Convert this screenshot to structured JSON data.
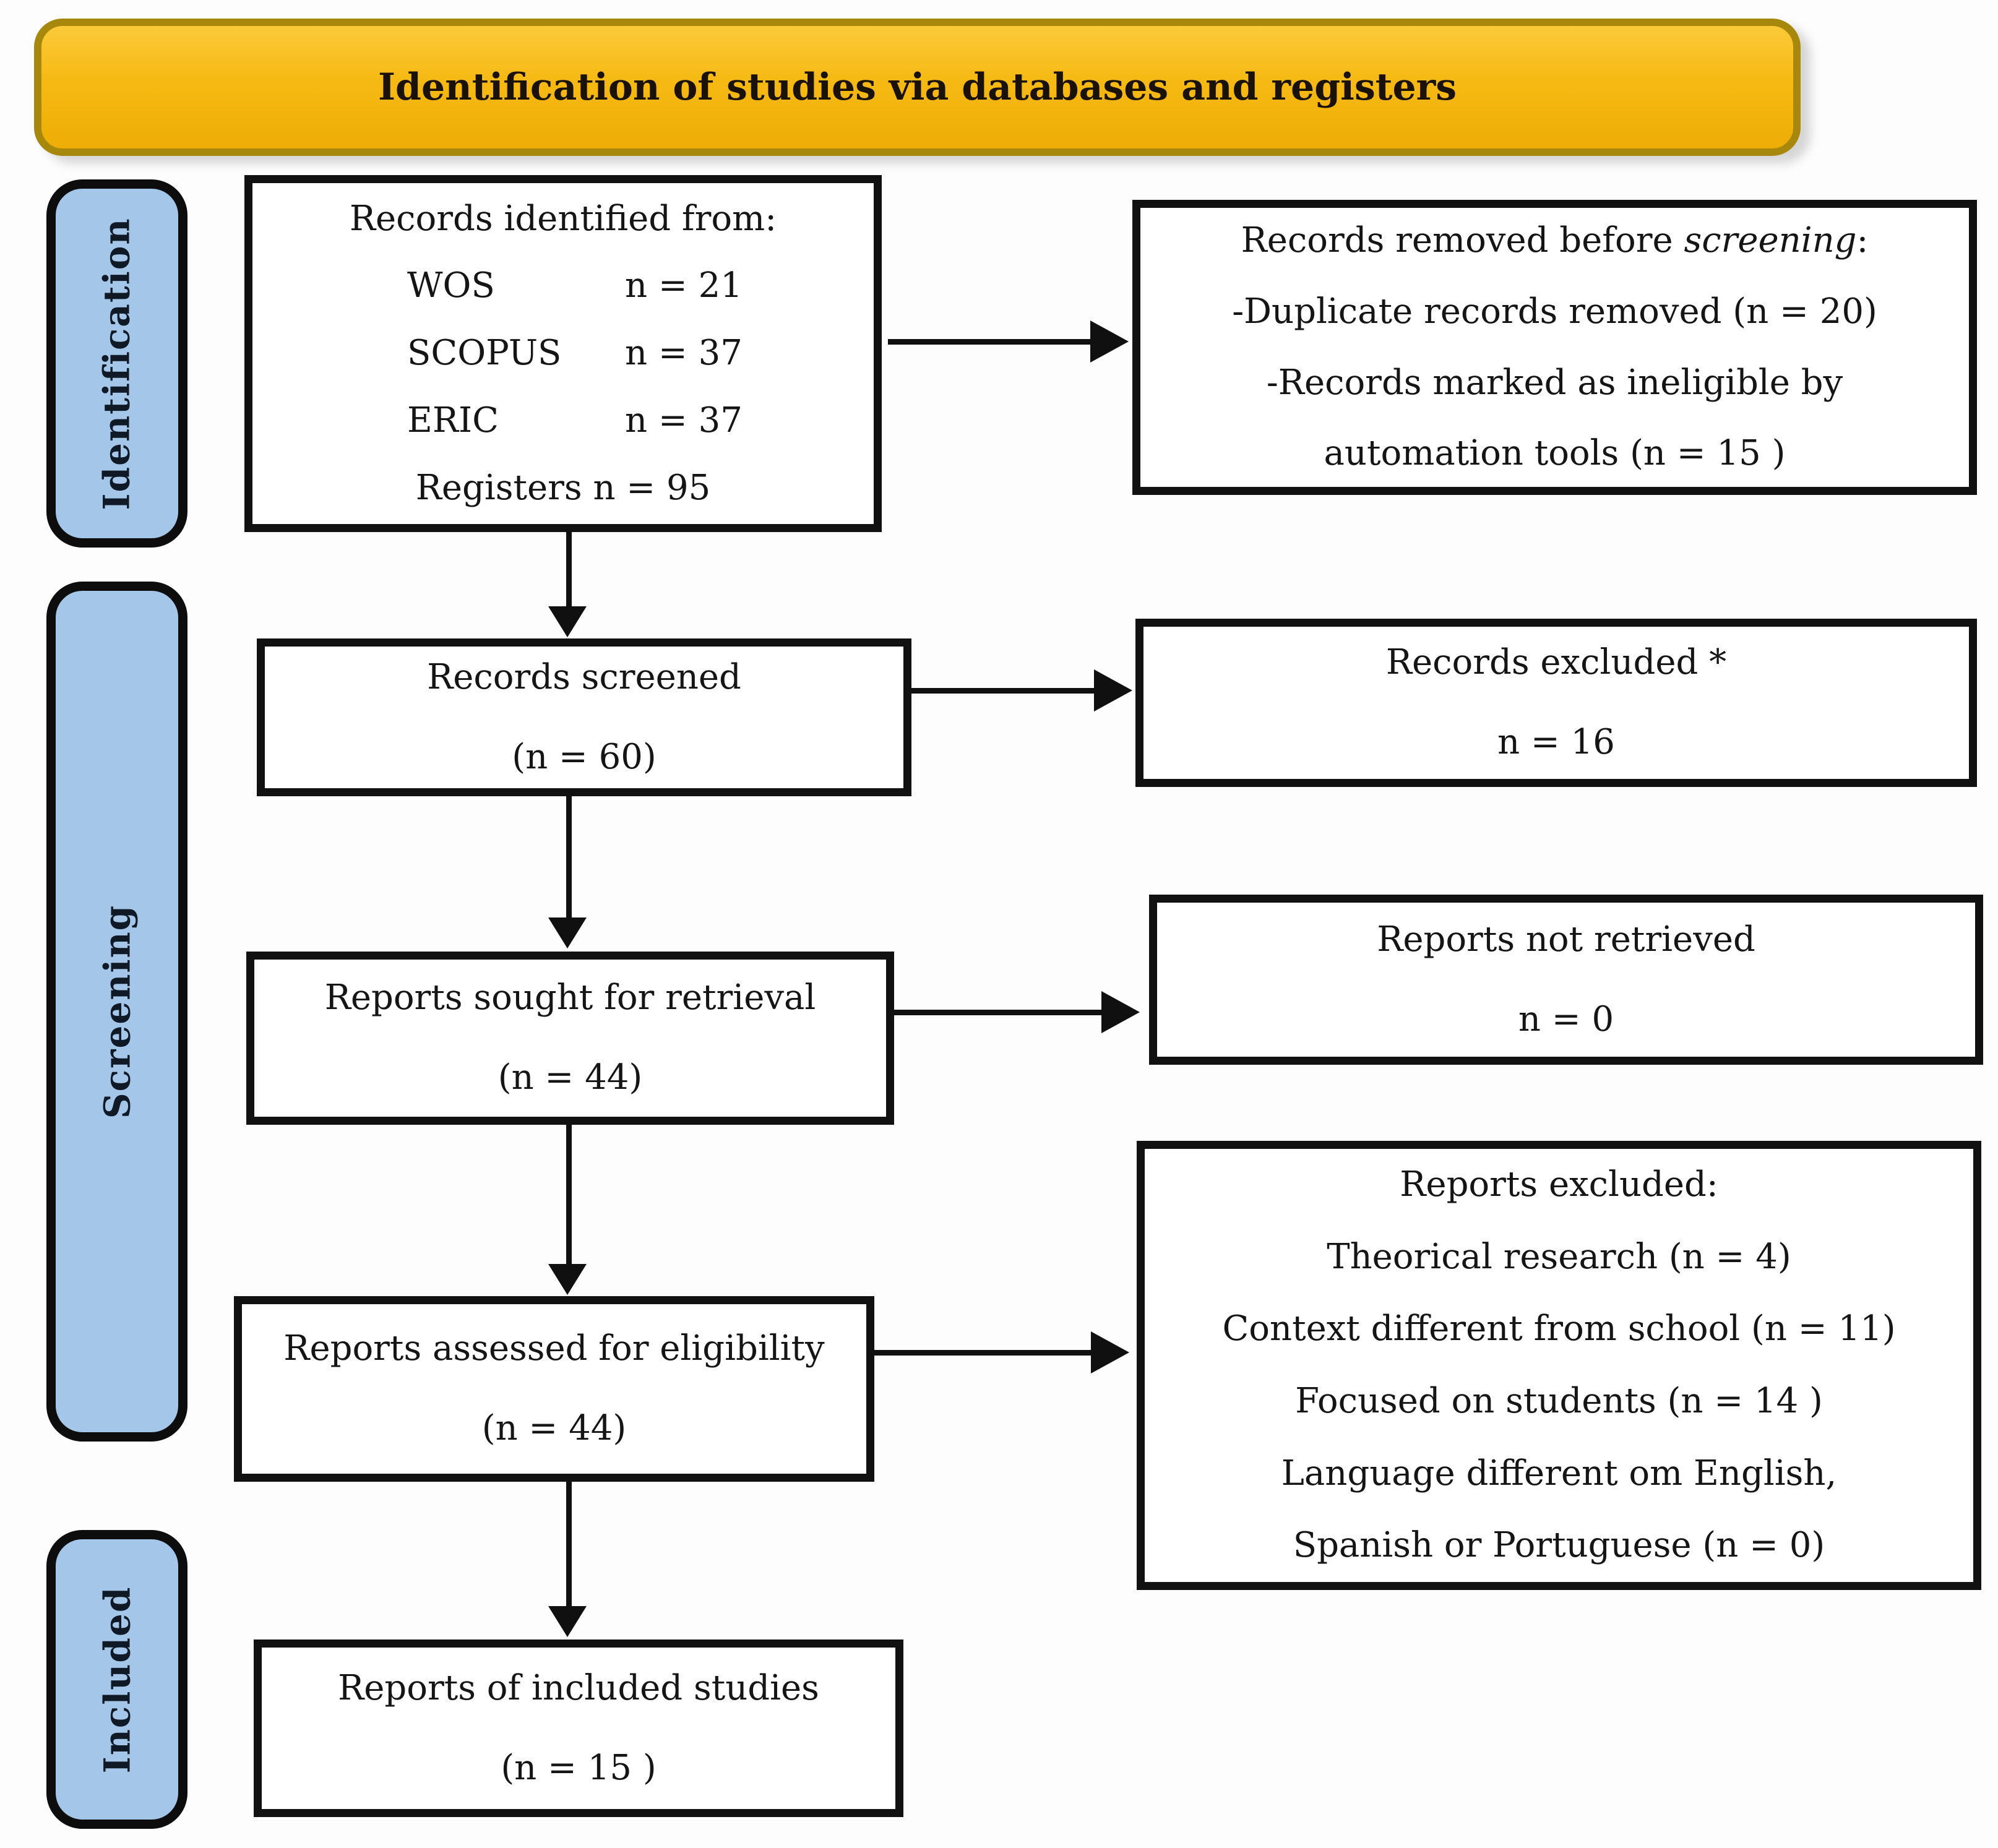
{
  "banner": {
    "title": "Identification of studies via databases and registers"
  },
  "stages": [
    {
      "id": "identification",
      "label": "Identification"
    },
    {
      "id": "screening",
      "label": "Screening"
    },
    {
      "id": "included",
      "label": "Included"
    }
  ],
  "boxes": {
    "identified": {
      "title": "Records identified from:",
      "sources": [
        {
          "label": "WOS",
          "value": "n = 21"
        },
        {
          "label": "SCOPUS",
          "value": "n = 37"
        },
        {
          "label": "ERIC",
          "value": "n = 37"
        }
      ],
      "registers_line": "Registers n = 95"
    },
    "removed_before_screening": {
      "title_prefix": "Records removed before ",
      "title_italic": "screening",
      "title_suffix": ":",
      "lines": [
        "-Duplicate records removed (n = 20)",
        "-Records marked as ineligible by",
        "automation tools (n = 15 )"
      ]
    },
    "screened": {
      "title": "Records screened",
      "count": "(n = 60)"
    },
    "records_excluded": {
      "title": "Records excluded *",
      "count": "n = 16"
    },
    "sought_for_retrieval": {
      "title": "Reports sought for retrieval",
      "count": "(n = 44)"
    },
    "not_retrieved": {
      "title": "Reports not retrieved",
      "count": "n = 0"
    },
    "assessed_for_eligibility": {
      "title": "Reports assessed for eligibility",
      "count": "(n = 44)"
    },
    "reports_excluded": {
      "title": "Reports excluded:",
      "reasons": [
        "Theorical research (n = 4)",
        "Context different from school (n = 11)",
        "Focused on students (n = 14 )",
        "Language different om English,",
        "Spanish or Portuguese (n = 0)"
      ]
    },
    "included_studies": {
      "title": "Reports of included studies",
      "count": "(n = 15 )"
    }
  },
  "colors": {
    "banner_fill": "#F6B913",
    "banner_top": "#FBCA39",
    "banner_bottom": "#EDAD06",
    "banner_border": "#A8870D",
    "stage_fill": "#A4C6E8",
    "box_border": "#111111",
    "arrow_color": "#101010",
    "text_color": "#151515"
  }
}
